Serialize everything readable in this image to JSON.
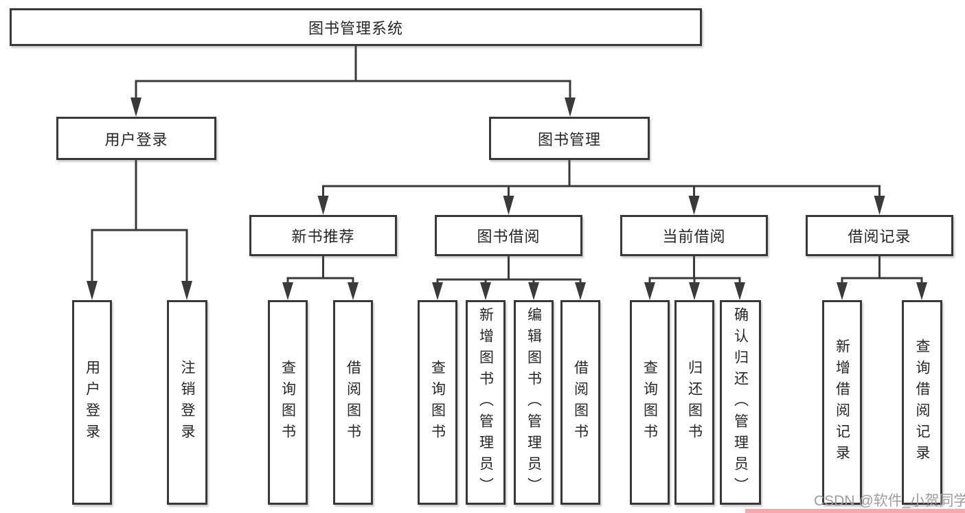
{
  "tree": {
    "label": "图书管理系统",
    "children": [
      {
        "label": "用户登录",
        "children": [
          {
            "label": "用户登录"
          },
          {
            "label": "注销登录"
          }
        ]
      },
      {
        "label": "图书管理",
        "children": [
          {
            "label": "新书推荐",
            "children": [
              {
                "label": "查询图书"
              },
              {
                "label": "借阅图书"
              }
            ]
          },
          {
            "label": "图书借阅",
            "children": [
              {
                "label": "查询图书"
              },
              {
                "label": "新增图书（管理员）"
              },
              {
                "label": "编辑图书（管理员）"
              },
              {
                "label": "借阅图书"
              }
            ]
          },
          {
            "label": "当前借阅",
            "children": [
              {
                "label": "查询图书"
              },
              {
                "label": "归还图书"
              },
              {
                "label": "确认归还（管理员）"
              }
            ]
          },
          {
            "label": "借阅记录",
            "children": [
              {
                "label": "新增借阅记录"
              },
              {
                "label": "查询借阅记录"
              }
            ]
          }
        ]
      }
    ]
  },
  "watermark": {
    "text": "CSDN @软件_小贺同学"
  },
  "colors": {
    "line": "#3a3a3a",
    "border": "#383838",
    "text": "#262626",
    "background": "#ffffff",
    "watermark_text": "#9d9d9d",
    "watermark_strip": "#f5a8b0"
  }
}
